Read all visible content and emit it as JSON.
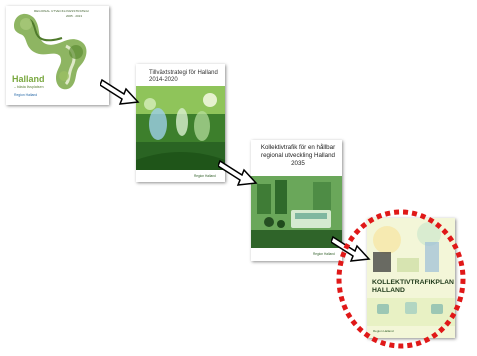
{
  "documents": [
    {
      "header": "REGIONAL UTVECKLINGSSTRATEGI",
      "header_years": "2005 · 2013",
      "title": "Halland",
      "subtitle": "– bästa livsplatsen",
      "logo": "Region Halland"
    },
    {
      "title": "Tillväxtstrategi för Halland 2014-2020",
      "footer": "",
      "logo": "Region Halland"
    },
    {
      "title": "Kollektivtrafik för en hållbar regional utveckling Halland 2035",
      "footer": "",
      "logo": "Region Halland"
    },
    {
      "title": "KOLLEKTIVTRAFIKPLAN HALLAND",
      "logo": "Region Halland"
    }
  ],
  "colors": {
    "highlight": "#e01818",
    "green_dark": "#2f6b27",
    "green_light": "#8cc152"
  }
}
